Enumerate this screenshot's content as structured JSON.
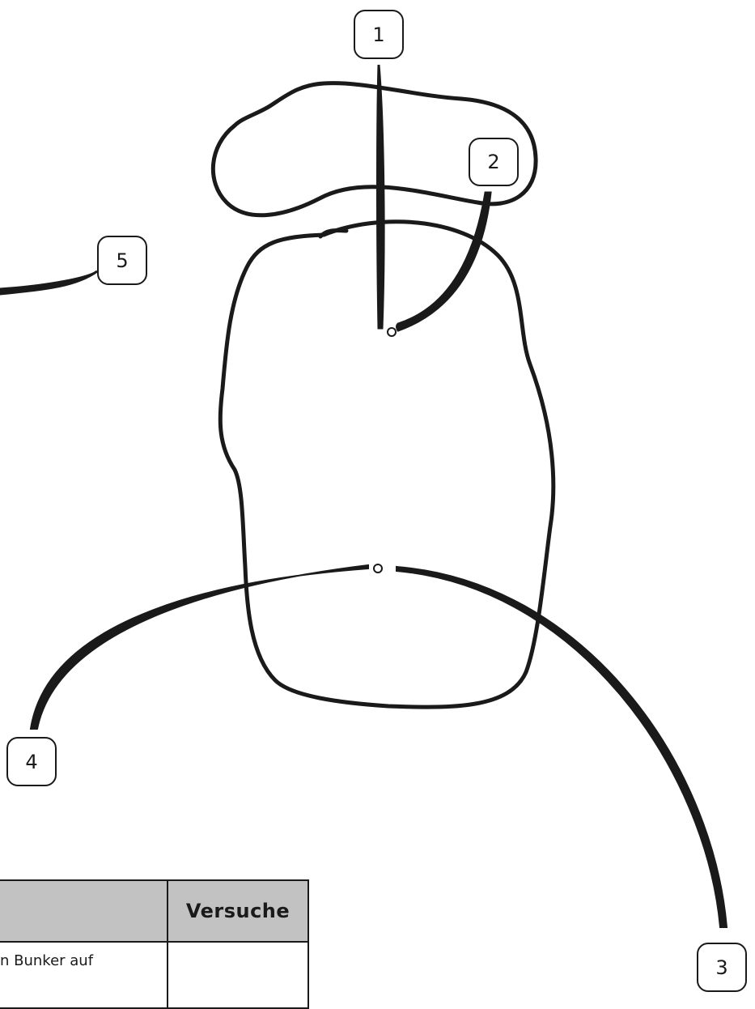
{
  "hole": {
    "callouts": [
      {
        "id": "1",
        "label": "1"
      },
      {
        "id": "2",
        "label": "2"
      },
      {
        "id": "3",
        "label": "3"
      },
      {
        "id": "4",
        "label": "4"
      },
      {
        "id": "5",
        "label": "5"
      }
    ]
  },
  "table": {
    "header_left": "",
    "header_right": "Versuche",
    "row1_task": "n Bunker auf",
    "row1_attempts": ""
  },
  "colors": {
    "ink": "#1a1a1a",
    "header_bg": "#c2c2c2",
    "background": "#ffffff"
  }
}
